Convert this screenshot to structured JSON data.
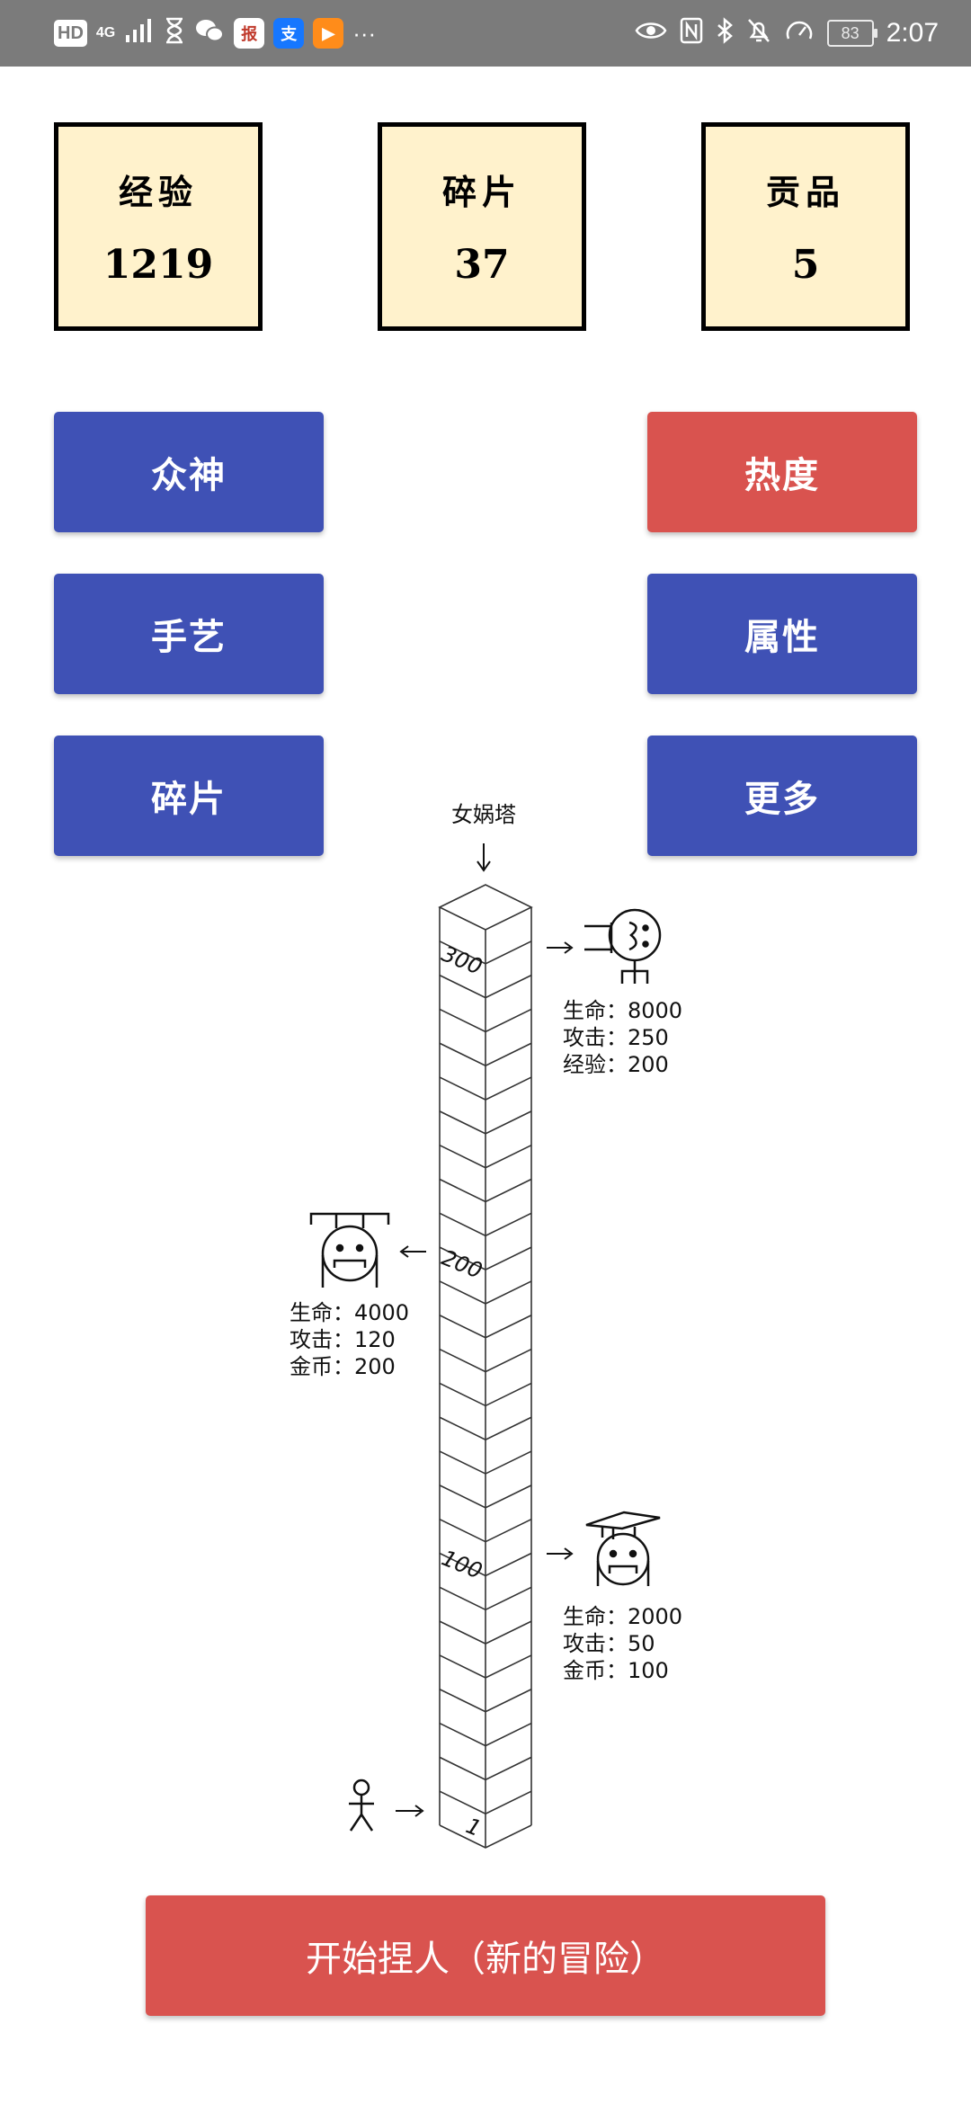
{
  "status_bar": {
    "hd": "HD",
    "network": "4G",
    "more": "···",
    "battery": "83",
    "time": "2:07"
  },
  "stats": [
    {
      "label": "经验",
      "value": "1219"
    },
    {
      "label": "碎片",
      "value": "37"
    },
    {
      "label": "贡品",
      "value": "5"
    }
  ],
  "buttons": {
    "gods": "众神",
    "heat": "热度",
    "craft": "手艺",
    "attributes": "属性",
    "fragments": "碎片",
    "more": "更多"
  },
  "tower": {
    "name": "女娲塔",
    "floor_labels": [
      "300",
      "200",
      "100",
      "1"
    ],
    "enemies": [
      {
        "floor": "300",
        "lines": [
          "生命：8000",
          "攻击：250",
          "经验：200"
        ]
      },
      {
        "floor": "200",
        "lines": [
          "生命：4000",
          "攻击：120",
          "金币：200"
        ]
      },
      {
        "floor": "100",
        "lines": [
          "生命：2000",
          "攻击：50",
          "金币：100"
        ]
      }
    ]
  },
  "start_button": "开始捏人（新的冒险）",
  "colors": {
    "status_bar": "#7b7b7b",
    "stat_box_bg": "#fff2cc",
    "button_blue": "#3f51b5",
    "button_red": "#d9534f"
  }
}
